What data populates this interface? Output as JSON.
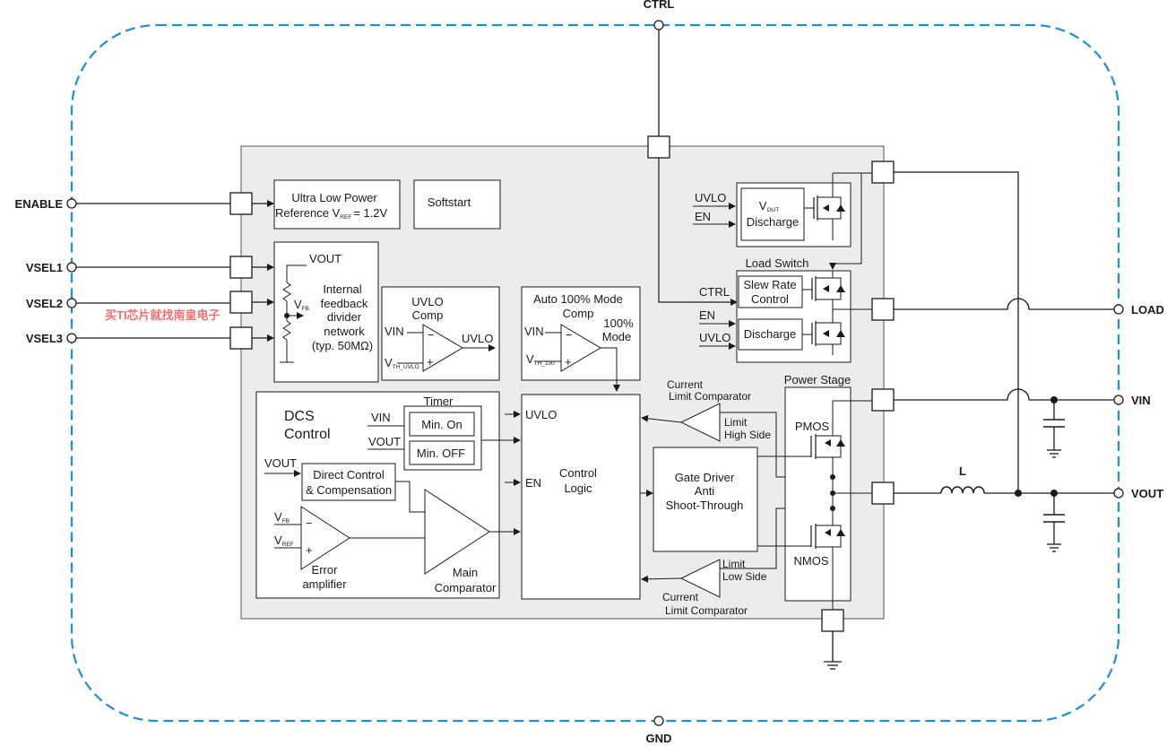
{
  "pins": {
    "ctrl": "CTRL",
    "gnd": "GND",
    "enable": "ENABLE",
    "vsel1": "VSEL1",
    "vsel2": "VSEL2",
    "vsel3": "VSEL3",
    "load": "LOAD",
    "vin": "VIN",
    "vout": "VOUT"
  },
  "blocks": {
    "ref_line1": "Ultra Low Power",
    "ref_line2": "Reference V",
    "ref_sub": "REF",
    "ref_val": "= 1.2V",
    "softstart": "Softstart",
    "fb_vout": "VOUT",
    "fb_vfb": "V",
    "fb_vfb_sub": "FB",
    "fb_l1": "Internal",
    "fb_l2": "feedback",
    "fb_l3": "divider",
    "fb_l4": "network",
    "fb_l5": "(typ. 50MΩ)",
    "uvlo_title1": "UVLO",
    "uvlo_title2": "Comp",
    "uvlo_vin": "VIN",
    "uvlo_vth": "V",
    "uvlo_vth_sub": "TH_UVLO",
    "uvlo_out": "UVLO",
    "auto_title1": "Auto 100% Mode",
    "auto_title2": "Comp",
    "auto_mode1": "100%",
    "auto_mode2": "Mode",
    "auto_vin": "VIN",
    "auto_vth": "V",
    "auto_vth_sub": "TH_100",
    "dcs1": "DCS",
    "dcs2": "Control",
    "timer": "Timer",
    "timer_vin": "VIN",
    "timer_vout": "VOUT",
    "min_on": "Min. On",
    "min_off": "Min. OFF",
    "dc_vout": "VOUT",
    "dc1": "Direct Control",
    "dc2": "& Compensation",
    "ea_vfb": "V",
    "ea_vfb_sub": "FB",
    "ea_vref": "V",
    "ea_vref_sub": "REF",
    "ea1": "Error",
    "ea2": "amplifier",
    "mc1": "Main",
    "mc2": "Comparator",
    "cl_uvlo": "UVLO",
    "cl_en": "EN",
    "cl1": "Control",
    "cl2": "Logic",
    "gd1": "Gate Driver",
    "gd2": "Anti",
    "gd3": "Shoot-Through",
    "clc_top1": "Current",
    "clc_top2": "Limit Comparator",
    "lim_hi1": "Limit",
    "lim_hi2": "High Side",
    "lim_lo1": "Limit",
    "lim_lo2": "Low Side",
    "clc_bot1": "Current",
    "clc_bot2": "Limit Comparator",
    "ps": "Power Stage",
    "pmos": "PMOS",
    "nmos": "NMOS",
    "vd_uvlo": "UVLO",
    "vd_en": "EN",
    "vd_v": "V",
    "vd_sub": "OUT",
    "vd_dis": "Discharge",
    "ls": "Load Switch",
    "ls_ctrl": "CTRL",
    "ls_en": "EN",
    "ls_uvlo": "UVLO",
    "slew1": "Slew Rate",
    "slew2": "Control",
    "ls_dis": "Discharge",
    "inductor": "L",
    "watermark": "买TI芯片就找南皇电子"
  },
  "colors": {
    "boundary": "#1f8fd0",
    "chip_fill": "#ececec",
    "line": "#1a1a1a",
    "watermark": "#f07070"
  }
}
